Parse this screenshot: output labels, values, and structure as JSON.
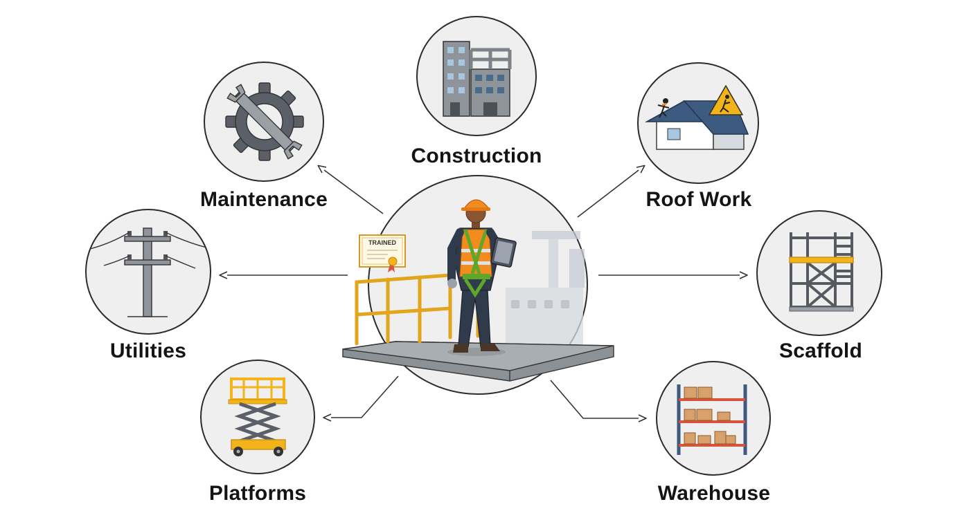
{
  "diagram": {
    "center": {
      "certificate_text": "TRAINED"
    },
    "nodes": [
      {
        "id": "construction",
        "label": "Construction",
        "icon": "construction-building-icon"
      },
      {
        "id": "maintenance",
        "label": "Maintenance",
        "icon": "gear-wrench-icon"
      },
      {
        "id": "roof",
        "label": "Roof Work",
        "icon": "roof-fall-hazard-icon"
      },
      {
        "id": "utilities",
        "label": "Utilities",
        "icon": "utility-pole-icon"
      },
      {
        "id": "scaffold",
        "label": "Scaffold",
        "icon": "scaffold-icon"
      },
      {
        "id": "platforms",
        "label": "Platforms",
        "icon": "scissor-lift-icon"
      },
      {
        "id": "warehouse",
        "label": "Warehouse",
        "icon": "warehouse-shelving-icon"
      }
    ]
  },
  "colors": {
    "circle_fill": "#efefef",
    "circle_stroke": "#2b2b2b",
    "safety_orange": "#f28c1e",
    "safety_yellow": "#f2b418",
    "harness_green": "#5ea72a",
    "steel_gray": "#7c8287",
    "navy": "#2f3a4a",
    "roof_blue": "#3d5a80",
    "shelf_red": "#d9533a",
    "box_tan": "#d8a06a"
  }
}
